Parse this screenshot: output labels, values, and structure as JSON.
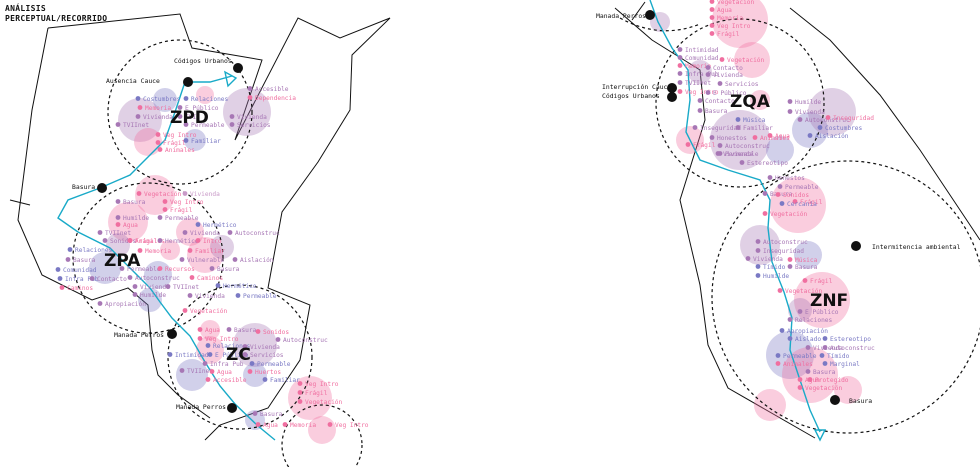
{
  "header": {
    "line1": "ANÁLISIS",
    "line2": "PERCEPTUAL/RECORRIDO"
  },
  "colors": {
    "pink": "#f06fa0",
    "purple": "#a777b5",
    "blue": "#7a79c4",
    "lilac": "#c99ac8",
    "river": "#19aac8",
    "line": "#111111"
  },
  "zones": [
    {
      "id": "ZPD",
      "label": "ZPD"
    },
    {
      "id": "ZPA",
      "label": "ZPA"
    },
    {
      "id": "ZC",
      "label": "ZC"
    },
    {
      "id": "ZQA",
      "label": "ZQA"
    },
    {
      "id": "ZNF",
      "label": "ZNF"
    }
  ],
  "points": [
    {
      "label": "Códigos Urbanos"
    },
    {
      "label": "Ausencia Cauce"
    },
    {
      "label": "Basura"
    },
    {
      "label": "Manada Perros"
    },
    {
      "label": "Manada Perros"
    },
    {
      "label": "Manada Perros"
    },
    {
      "label": "Interrupción Cauce"
    },
    {
      "label": "Códigos Urbanos"
    },
    {
      "label": "Intermitencia ambiental"
    },
    {
      "label": "Basura"
    }
  ],
  "tags": [
    {
      "t": "Accesible",
      "c": "purple"
    },
    {
      "t": "Dependencia",
      "c": "pink"
    },
    {
      "t": "Costumbres",
      "c": "blue"
    },
    {
      "t": "Relaciones",
      "c": "blue"
    },
    {
      "t": "Memoria",
      "c": "pink"
    },
    {
      "t": "E Público",
      "c": "purple"
    },
    {
      "t": "Vivienda",
      "c": "purple"
    },
    {
      "t": "TVI",
      "c": "purple"
    },
    {
      "t": "Vivienda",
      "c": "purple"
    },
    {
      "t": "TVIInet",
      "c": "purple"
    },
    {
      "t": "Permeable",
      "c": "purple"
    },
    {
      "t": "Servicios",
      "c": "purple"
    },
    {
      "t": "Veg Intro",
      "c": "pink"
    },
    {
      "t": "Frágil",
      "c": "pink"
    },
    {
      "t": "Familiar",
      "c": "blue"
    },
    {
      "t": "Animales",
      "c": "pink"
    },
    {
      "t": "Vegetación",
      "c": "pink"
    },
    {
      "t": "Vivienda",
      "c": "lilac"
    },
    {
      "t": "Basura",
      "c": "purple"
    },
    {
      "t": "Veg Intro",
      "c": "pink"
    },
    {
      "t": "Frágil",
      "c": "pink"
    },
    {
      "t": "Humilde",
      "c": "purple"
    },
    {
      "t": "Permeable",
      "c": "purple"
    },
    {
      "t": "Agua",
      "c": "pink"
    },
    {
      "t": "Hermético",
      "c": "blue"
    },
    {
      "t": "TVIInet",
      "c": "purple"
    },
    {
      "t": "Vivienda",
      "c": "purple"
    },
    {
      "t": "Autoconstruc",
      "c": "purple"
    },
    {
      "t": "Sonidos",
      "c": "purple"
    },
    {
      "t": "Frágil",
      "c": "pink"
    },
    {
      "t": "Animales",
      "c": "pink"
    },
    {
      "t": "Hermético",
      "c": "purple"
    },
    {
      "t": "Intro",
      "c": "pink"
    },
    {
      "t": "Relaciones",
      "c": "blue"
    },
    {
      "t": "Memoria",
      "c": "pink"
    },
    {
      "t": "Familiar",
      "c": "pink"
    },
    {
      "t": "Basura",
      "c": "purple"
    },
    {
      "t": "Vulnerable",
      "c": "purple"
    },
    {
      "t": "Aislación",
      "c": "purple"
    },
    {
      "t": "Comunidad",
      "c": "blue"
    },
    {
      "t": "Permeable",
      "c": "purple"
    },
    {
      "t": "Recursos",
      "c": "pink"
    },
    {
      "t": "Basura",
      "c": "purple"
    },
    {
      "t": "Infra Pub",
      "c": "blue"
    },
    {
      "t": "Contacto",
      "c": "purple"
    },
    {
      "t": "Autoconstruc",
      "c": "purple"
    },
    {
      "t": "Caminos",
      "c": "pink"
    },
    {
      "t": "Vivienda",
      "c": "purple"
    },
    {
      "t": "TVIInet",
      "c": "purple"
    },
    {
      "t": "Caminos",
      "c": "pink"
    },
    {
      "t": "Humilde",
      "c": "purple"
    },
    {
      "t": "Apropiación",
      "c": "purple"
    },
    {
      "t": "Hermético",
      "c": "blue"
    },
    {
      "t": "Permeable",
      "c": "blue"
    },
    {
      "t": "Vivienda",
      "c": "purple"
    },
    {
      "t": "Vegetación",
      "c": "pink"
    },
    {
      "t": "Agua",
      "c": "pink"
    },
    {
      "t": "Basura",
      "c": "purple"
    },
    {
      "t": "Sonidos",
      "c": "pink"
    },
    {
      "t": "Veg Intro",
      "c": "pink"
    },
    {
      "t": "Autoconstruc",
      "c": "purple"
    },
    {
      "t": "Relaciones",
      "c": "blue"
    },
    {
      "t": "Vivienda",
      "c": "purple"
    },
    {
      "t": "Intimidad",
      "c": "blue"
    },
    {
      "t": "E Público",
      "c": "blue"
    },
    {
      "t": "Servicios",
      "c": "purple"
    },
    {
      "t": "Infra Pub",
      "c": "purple"
    },
    {
      "t": "Permeable",
      "c": "blue"
    },
    {
      "t": "TVIInet",
      "c": "purple"
    },
    {
      "t": "Agua",
      "c": "pink"
    },
    {
      "t": "Huertos",
      "c": "pink"
    },
    {
      "t": "Accesible",
      "c": "pink"
    },
    {
      "t": "Familiar",
      "c": "blue"
    },
    {
      "t": "Veg Intro",
      "c": "pink"
    },
    {
      "t": "Frágil",
      "c": "pink"
    },
    {
      "t": "Vegetación",
      "c": "pink"
    },
    {
      "t": "Basura",
      "c": "purple"
    },
    {
      "t": "Agua",
      "c": "pink"
    },
    {
      "t": "Memoria",
      "c": "pink"
    },
    {
      "t": "Veg Intro",
      "c": "pink"
    },
    {
      "t": "Vegetación",
      "c": "pink"
    },
    {
      "t": "Agua",
      "c": "pink"
    },
    {
      "t": "Memoria",
      "c": "pink"
    },
    {
      "t": "Veg Intro",
      "c": "pink"
    },
    {
      "t": "Frágil",
      "c": "pink"
    },
    {
      "t": "Intimidad",
      "c": "purple"
    },
    {
      "t": "Comunidad",
      "c": "purple"
    },
    {
      "t": "Vegetación",
      "c": "pink"
    },
    {
      "t": "Memoria",
      "c": "pink"
    },
    {
      "t": "Contacto",
      "c": "purple"
    },
    {
      "t": "Infra Pub",
      "c": "purple"
    },
    {
      "t": "Vivienda",
      "c": "purple"
    },
    {
      "t": "TVIInet",
      "c": "purple"
    },
    {
      "t": "Servicios",
      "c": "purple"
    },
    {
      "t": "Veg Intro",
      "c": "pink"
    },
    {
      "t": "E Público",
      "c": "purple"
    },
    {
      "t": "Humilde",
      "c": "purple"
    },
    {
      "t": "Contacto",
      "c": "purple"
    },
    {
      "t": "Vivienda",
      "c": "purple"
    },
    {
      "t": "Basura",
      "c": "purple"
    },
    {
      "t": "Música",
      "c": "blue"
    },
    {
      "t": "Autoconstruc",
      "c": "purple"
    },
    {
      "t": "Inseguridad",
      "c": "purple"
    },
    {
      "t": "Familiar",
      "c": "purple"
    },
    {
      "t": "Inseguridad",
      "c": "pink"
    },
    {
      "t": "Costumbres",
      "c": "blue"
    },
    {
      "t": "Agua",
      "c": "pink"
    },
    {
      "t": "Honestos",
      "c": "purple"
    },
    {
      "t": "Animales",
      "c": "pink"
    },
    {
      "t": "Aislación",
      "c": "blue"
    },
    {
      "t": "Frágil",
      "c": "pink"
    },
    {
      "t": "Autoconstruc",
      "c": "purple"
    },
    {
      "t": "Vivienda",
      "c": "purple"
    },
    {
      "t": "Permeable",
      "c": "purple"
    },
    {
      "t": "Estereotipo",
      "c": "purple"
    },
    {
      "t": "Honestos",
      "c": "purple"
    },
    {
      "t": "Permeable",
      "c": "purple"
    },
    {
      "t": "Basura",
      "c": "purple"
    },
    {
      "t": "Sonidos",
      "c": "pink"
    },
    {
      "t": "Frágil",
      "c": "pink"
    },
    {
      "t": "Cercanía",
      "c": "blue"
    },
    {
      "t": "Vegetación",
      "c": "pink"
    },
    {
      "t": "Autoconstruc",
      "c": "purple"
    },
    {
      "t": "Inseguridad",
      "c": "purple"
    },
    {
      "t": "Vivienda",
      "c": "purple"
    },
    {
      "t": "Música",
      "c": "pink"
    },
    {
      "t": "Tímido",
      "c": "blue"
    },
    {
      "t": "Basura",
      "c": "purple"
    },
    {
      "t": "Humilde",
      "c": "blue"
    },
    {
      "t": "Frágil",
      "c": "pink"
    },
    {
      "t": "Vegetación",
      "c": "pink"
    },
    {
      "t": "E Público",
      "c": "purple"
    },
    {
      "t": "Relaciones",
      "c": "purple"
    },
    {
      "t": "Apropiación",
      "c": "blue"
    },
    {
      "t": "Aislado",
      "c": "blue"
    },
    {
      "t": "Estereotipo",
      "c": "blue"
    },
    {
      "t": "Vivienda",
      "c": "purple"
    },
    {
      "t": "Autoconstruc",
      "c": "purple"
    },
    {
      "t": "Permeable",
      "c": "blue"
    },
    {
      "t": "Tímido",
      "c": "blue"
    },
    {
      "t": "Animales",
      "c": "pink"
    },
    {
      "t": "Marginal",
      "c": "blue"
    },
    {
      "t": "Basura",
      "c": "purple"
    },
    {
      "t": "Agua",
      "c": "pink"
    },
    {
      "t": "Protegido",
      "c": "pink"
    },
    {
      "t": "Vegetación",
      "c": "pink"
    }
  ]
}
